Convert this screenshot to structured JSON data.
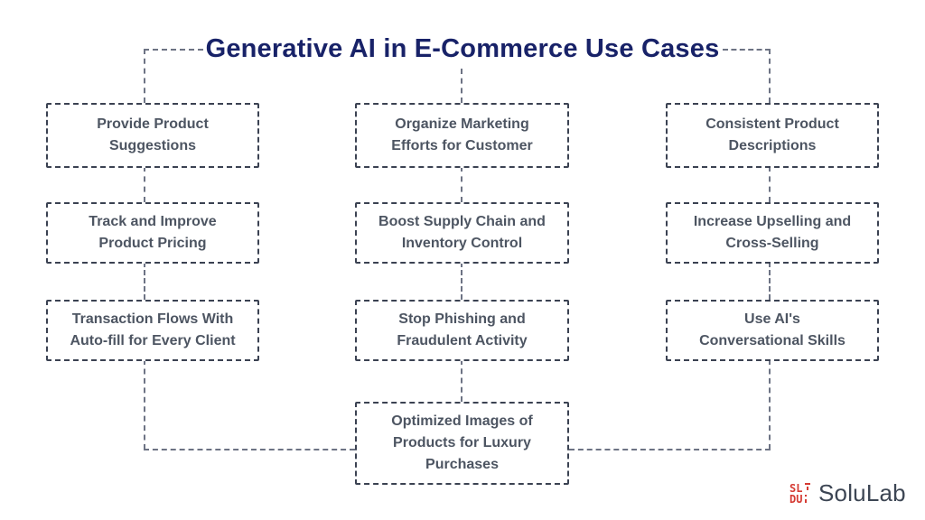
{
  "title": {
    "text": "Generative AI in E-Commerce Use Cases",
    "color": "#182268"
  },
  "nodes": [
    {
      "id": "provide-product-suggestions",
      "label": "Provide Product\nSuggestions"
    },
    {
      "id": "organize-marketing-efforts",
      "label": "Organize Marketing\nEfforts for Customer"
    },
    {
      "id": "consistent-product-descriptions",
      "label": "Consistent Product\nDescriptions"
    },
    {
      "id": "track-improve-product-pricing",
      "label": "Track and Improve\nProduct Pricing"
    },
    {
      "id": "boost-supply-chain",
      "label": "Boost Supply Chain and\nInventory Control"
    },
    {
      "id": "increase-upselling",
      "label": "Increase Upselling and\nCross-Selling"
    },
    {
      "id": "transaction-flows-autofill",
      "label": "Transaction Flows With\nAuto-fill for Every Client"
    },
    {
      "id": "stop-phishing-fraud",
      "label": "Stop Phishing and\nFraudulent Activity"
    },
    {
      "id": "use-ai-conversational-skills",
      "label": "Use AI's\nConversational Skills"
    },
    {
      "id": "optimized-images-luxury",
      "label": "Optimized Images of\nProducts for Luxury\nPurchases"
    }
  ],
  "logo": {
    "name": "SoluLab",
    "mark_top_text": "SL",
    "mark_bottom_text": "DU",
    "mark_color": "#d53b33",
    "text_color": "#3d4654"
  },
  "colors": {
    "background": "#ffffff",
    "title": "#182268",
    "node_border": "#3b4252",
    "node_text": "#4d5562",
    "connector": "#6d7384"
  }
}
